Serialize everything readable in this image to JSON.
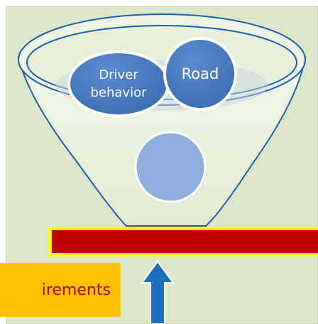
{
  "diagram": {
    "bubbles": [
      {
        "label_line1": "Driver",
        "label_line2": "behavior"
      },
      {
        "label": "Road"
      }
    ],
    "requirements_label": "irements"
  },
  "colors": {
    "background": "#dce6c8",
    "funnel_fill": "#e6f0d6",
    "bubble_dark": "#4f7fc0",
    "bubble_light": "#8fb0de",
    "bar_red": "#c00000",
    "bar_border": "#ffff00",
    "label_box": "#ffc000",
    "arrow": "#1f6fbf"
  }
}
